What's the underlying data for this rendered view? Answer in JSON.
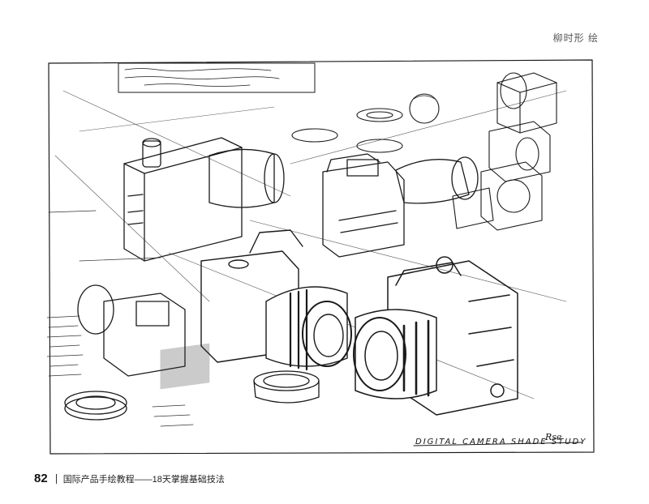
{
  "header": {
    "author": "柳时形 绘"
  },
  "sketch": {
    "caption": "DIGITAL CAMERA SHADE STUDY",
    "signature": "Rse"
  },
  "footer": {
    "page_number": "82",
    "book_title": "国际产品手绘教程——18天掌握基础技法"
  }
}
